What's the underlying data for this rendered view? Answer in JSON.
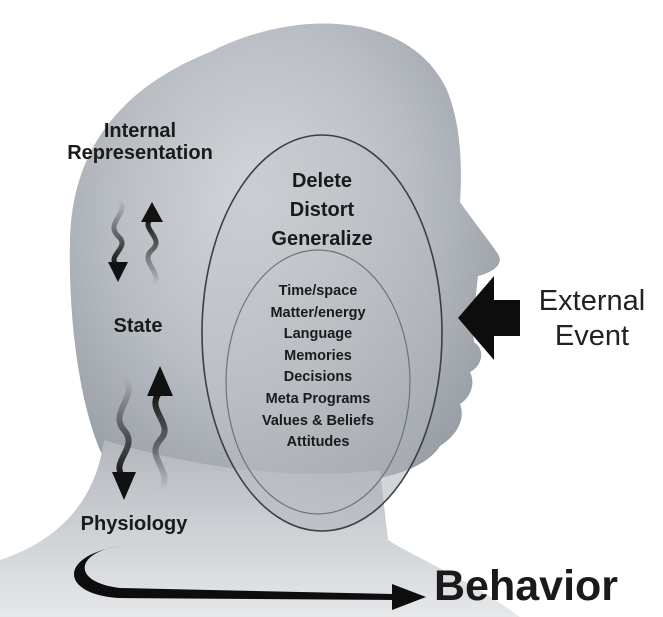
{
  "labels": {
    "internal_representation": [
      "Internal",
      "Representation"
    ],
    "state": "State",
    "physiology": "Physiology",
    "behavior": "Behavior",
    "external_event": [
      "External",
      "Event"
    ]
  },
  "outer_filter": [
    "Delete",
    "Distort",
    "Generalize"
  ],
  "inner_filter": [
    "Time/space",
    "Matter/energy",
    "Language",
    "Memories",
    "Decisions",
    "Meta Programs",
    "Values & Beliefs",
    "Attitudes"
  ],
  "colors": {
    "head": "#b9bec4",
    "text": "#1a1a1a",
    "arrow": "#111111"
  }
}
